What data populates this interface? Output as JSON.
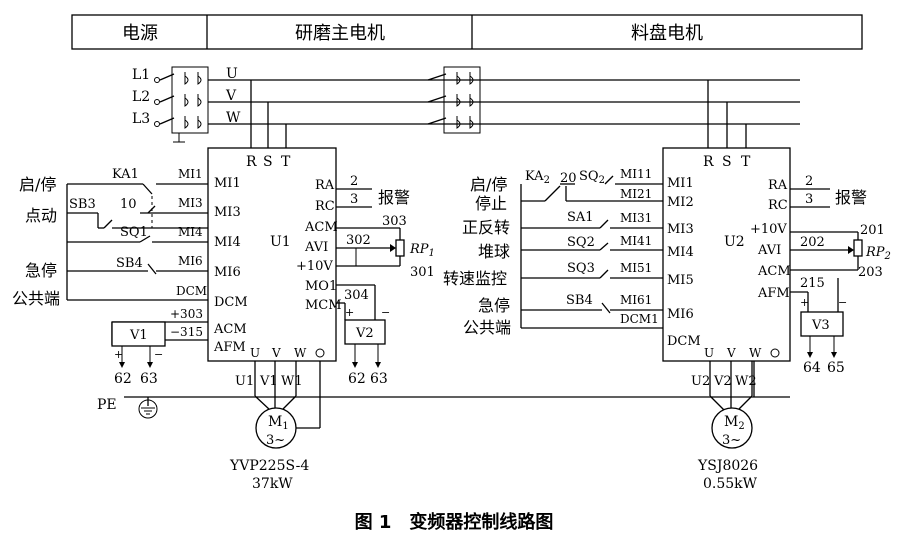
{
  "header": {
    "power": "电源",
    "grinder": "研磨主电机",
    "feeder": "料盘电机"
  },
  "phases": [
    "L1",
    "L2",
    "L3"
  ],
  "busbars": [
    "U",
    "V",
    "W"
  ],
  "left_inputs": {
    "start_stop": "启/停",
    "jog": "点动",
    "estop": "急停",
    "common": "公共端",
    "ka": "KA1",
    "sb3": "SB3",
    "sq1": "SQ1",
    "sb4": "SB4",
    "wire10": "10",
    "mi1": "MI1",
    "mi3": "MI3",
    "mi4": "MI4",
    "mi6": "MI6",
    "dcm": "DCM"
  },
  "u1": {
    "name": "U1",
    "r": "R",
    "s": "S",
    "t": "T",
    "mi1": "MI1",
    "mi3": "MI3",
    "mi4": "MI4",
    "mi6": "MI6",
    "dcm": "DCM",
    "acm": "ACM",
    "afm": "AFM",
    "u": "U",
    "v": "V",
    "w": "W",
    "ra": "RA",
    "rc": "RC",
    "acm2": "ACM",
    "avi": "AVI",
    "p10v": "+10V",
    "mo1": "MO1",
    "mcm": "MCM"
  },
  "u1_right": {
    "n2": "2",
    "n3": "3",
    "alarm": "报警",
    "n303": "303",
    "n302": "302",
    "rp1": "RP",
    "rp1_sub": "1",
    "n301": "301",
    "n304": "304"
  },
  "v1": {
    "name": "V1",
    "n303": "+303",
    "n315": "−315",
    "plus": "+",
    "minus": "−",
    "t62": "62",
    "t63": "63"
  },
  "v2": {
    "name": "V2",
    "plus": "+",
    "minus": "−",
    "t62": "62",
    "t63": "63"
  },
  "motor1": {
    "u1": "U1",
    "v1": "V1",
    "w1": "W1",
    "name": "M",
    "sub": "1",
    "phase": "3~",
    "model": "YVP225S-4",
    "power": "37kW"
  },
  "pe": "PE",
  "right_inputs": {
    "start_stop": "启/停",
    "stop": "停止",
    "fwd_rev": "正反转",
    "pile": "堆球",
    "speed": "转速监控",
    "estop": "急停",
    "common": "公共端",
    "ka2": "KA",
    "ka2_sub": "2",
    "n20": "20",
    "sq2a": "SQ",
    "sq2a_sub": "2",
    "sa1": "SA1",
    "sq2": "SQ2",
    "sq3": "SQ3",
    "sb4": "SB4",
    "mi11": "MI11",
    "mi21": "MI21",
    "mi31": "MI31",
    "mi41": "MI41",
    "mi51": "MI51",
    "mi61": "MI61",
    "dcm1": "DCM1"
  },
  "u2": {
    "name": "U2",
    "r": "R",
    "s": "S",
    "t": "T",
    "mi1": "MI1",
    "mi2": "MI2",
    "mi3": "MI3",
    "mi4": "MI4",
    "mi5": "MI5",
    "mi6": "MI6",
    "dcm": "DCM",
    "ra": "RA",
    "rc": "RC",
    "p10v": "+10V",
    "avi": "AVI",
    "acm": "ACM",
    "afm": "AFM",
    "u": "U",
    "v": "V",
    "w": "W"
  },
  "u2_right": {
    "n2": "2",
    "n3": "3",
    "alarm": "报警",
    "n201": "201",
    "n202": "202",
    "rp2": "RP",
    "rp2_sub": "2",
    "n203": "203",
    "n215": "215"
  },
  "v3": {
    "name": "V3",
    "plus": "+",
    "minus": "−",
    "t64": "64",
    "t65": "65"
  },
  "motor2": {
    "u2": "U2",
    "v2": "V2",
    "w2": "W2",
    "name": "M",
    "sub": "2",
    "phase": "3~",
    "model": "YSJ8026",
    "power": "0.55kW"
  },
  "caption": "图 1　变频器控制线路图"
}
